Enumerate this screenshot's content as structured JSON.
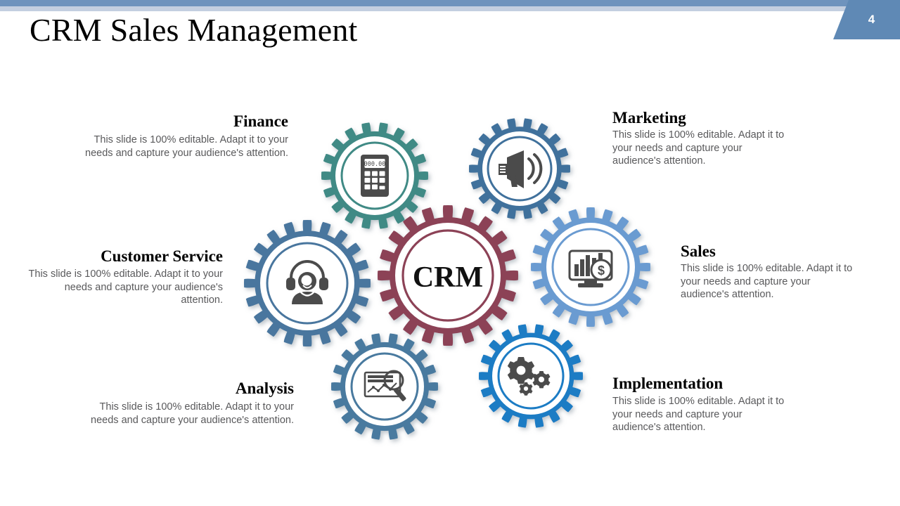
{
  "slide": {
    "title": "CRM Sales Management",
    "page_number": "4",
    "accent_color": "#6e93bd",
    "accent_color_light": "#c3cfe0",
    "badge_color": "#5f89b5",
    "body_text_color": "#59595b"
  },
  "center": {
    "label": "CRM",
    "color": "#8c4257",
    "icon": "crm-hub"
  },
  "body_text": "This slide is 100% editable. Adapt it to your needs and capture your audience's attention.",
  "nodes": [
    {
      "id": "finance",
      "heading": "Finance",
      "body": "This slide is 100% editable. Adapt it to your needs and capture your audience's attention.",
      "color": "#3f8a85",
      "icon": "calculator-icon",
      "icon_display": "000.00",
      "align": "right"
    },
    {
      "id": "marketing",
      "heading": "Marketing",
      "body": "This slide is 100% editable. Adapt it to your needs and capture your audience's attention.",
      "color": "#40719c",
      "icon": "megaphone-icon",
      "align": "left"
    },
    {
      "id": "customer-service",
      "heading": "Customer Service",
      "body": "This slide is 100% editable. Adapt it to your needs and capture your audience's attention.",
      "color": "#4a769e",
      "icon": "headset-support-icon",
      "align": "right"
    },
    {
      "id": "sales",
      "heading": "Sales",
      "body": "This slide is 100% editable. Adapt it to your needs and capture your audience's attention.",
      "color": "#6b9bd1",
      "icon": "monitor-revenue-chart-icon",
      "align": "left"
    },
    {
      "id": "analysis",
      "heading": "Analysis",
      "body": "This slide is 100% editable. Adapt it to your needs and capture your audience's attention.",
      "color": "#4a7a9f",
      "icon": "chart-magnifier-icon",
      "align": "right"
    },
    {
      "id": "implementation",
      "heading": "Implementation",
      "body": "This slide is 100% editable. Adapt it to your needs and capture your audience's attention.",
      "color": "#1a7bc4",
      "icon": "gears-settings-icon",
      "align": "left"
    }
  ]
}
